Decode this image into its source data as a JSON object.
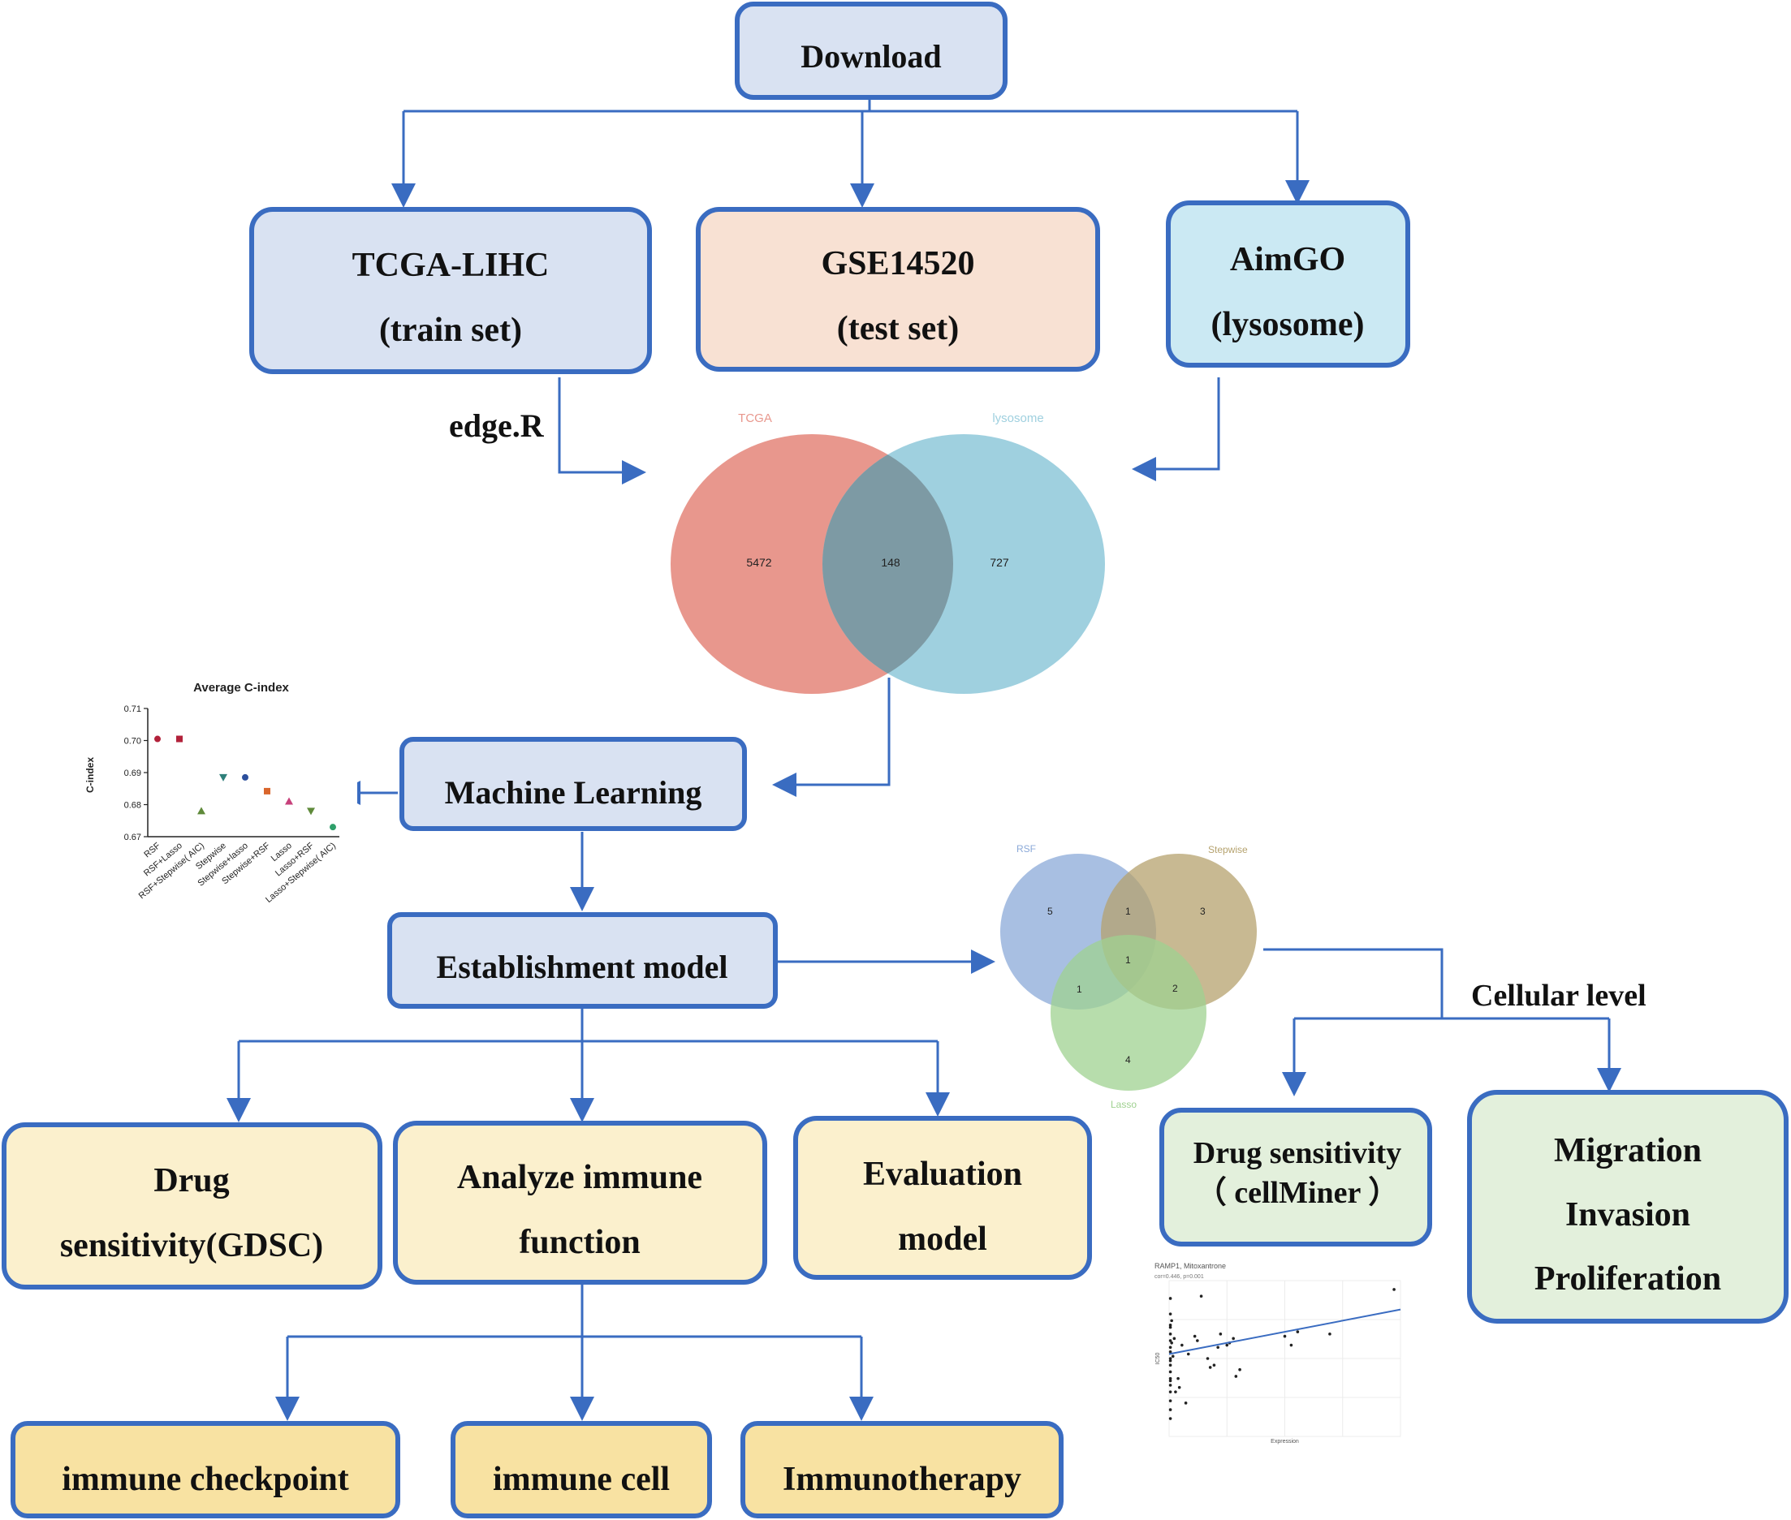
{
  "colors": {
    "border": "#3a6cc1",
    "arrow": "#3a6cc1",
    "fill_blue": "#d9e2f2",
    "fill_peach": "#f8e1d3",
    "fill_cyan": "#cbe9f3",
    "fill_yellow": "#fbf0cd",
    "fill_yellow_dark": "#f8e2a2",
    "fill_green": "#e3f0dc",
    "venn_tcga": "#e8978d",
    "venn_lysosome": "#9fd0df",
    "venn_overlap": "#7d9aa4",
    "venn_rsf": "#8ba9d8",
    "venn_stepwise": "#b5a26e",
    "venn_lasso": "#9fd190"
  },
  "boxes": {
    "download": {
      "label": "Download"
    },
    "tcga": {
      "line1": "TCGA-LIHC",
      "line2": "(train set)"
    },
    "gse": {
      "line1": "GSE14520",
      "line2": "(test set)"
    },
    "aimgo": {
      "line1": "AimGO",
      "line2": "(lysosome)"
    },
    "machine_learning": {
      "label": "Machine Learning"
    },
    "establishment": {
      "label": "Establishment model"
    },
    "drug_gdsc": {
      "line1": "Drug",
      "line2": "sensitivity(GDSC)"
    },
    "immune_function": {
      "line1": "Analyze immune",
      "line2": "function"
    },
    "evaluation": {
      "line1": "Evaluation",
      "line2": "model"
    },
    "drug_cellminer": {
      "line1": "Drug sensitivity",
      "line2": "（ cellMiner ）"
    },
    "migration": {
      "line1": "Migration",
      "line2": "Invasion",
      "line3": "Proliferation"
    },
    "checkpoint": {
      "label": "immune checkpoint"
    },
    "immune_cell": {
      "label": "immune cell"
    },
    "immunotherapy": {
      "label": "Immunotherapy"
    }
  },
  "labels": {
    "edger": "edge.R",
    "cellular_level": "Cellular level"
  },
  "venn_main": {
    "set_a": "TCGA",
    "set_b": "lysosome",
    "only_a": "5472",
    "both": "148",
    "only_b": "727"
  },
  "venn_three": {
    "set_a": "RSF",
    "set_b": "Stepwise",
    "set_c": "Lasso",
    "a_only": "5",
    "ab": "1",
    "b_only": "3",
    "abc": "1",
    "ac": "1",
    "bc": "2",
    "c_only": "4"
  },
  "chart_data": [
    {
      "type": "scatter",
      "title": "Average C-index",
      "ylabel": "C-index",
      "xlabel": "",
      "ylim": [
        0.67,
        0.71
      ],
      "yticks": [
        "0.71",
        "0.70",
        "0.69",
        "0.68",
        "0.67"
      ],
      "categories": [
        "RSF",
        "RSF+Lasso",
        "RSF+Stepwise( AIC)",
        "Stepwise",
        "Stepwise+lasso",
        "Stepwise+RSF",
        "Lasso",
        "Lasso+RSF",
        "Lasso+Stepwise( AIC)"
      ],
      "values": [
        0.7005,
        0.7005,
        0.678,
        0.6885,
        0.6885,
        0.6842,
        0.681,
        0.678,
        0.673
      ],
      "colors": [
        "#b2213a",
        "#b2213a",
        "#5f8a3a",
        "#2e7f7a",
        "#2c4f9c",
        "#d9662c",
        "#c7417b",
        "#5f8a3a",
        "#2e9f6a"
      ],
      "grid": false
    },
    {
      "type": "scatter",
      "title": "RAMP1, Mitoxantrone",
      "subtitle": "cor=0.446, p=0.001",
      "ylabel": "IC50",
      "xlabel": "Expression",
      "xlim": [
        0,
        18
      ],
      "ylim": [
        -4,
        3
      ],
      "x": [
        0.1,
        0.1,
        0.1,
        0.1,
        0.1,
        0.1,
        0.1,
        0.1,
        0.1,
        0.1,
        0.1,
        0.1,
        0.1,
        0.1,
        0.1,
        0.1,
        0.1,
        0.1,
        0.1,
        0.2,
        0.3,
        0.4,
        0.5,
        0.7,
        1.0,
        1.5,
        2.0,
        2.5,
        3.0,
        3.5,
        4.0,
        4.5,
        5.0,
        5.5,
        9.0,
        9.5,
        10.0,
        12.5,
        17.5,
        0.2,
        0.8,
        2.2,
        3.2,
        4.7,
        1.3,
        3.8,
        5.2
      ],
      "y": [
        2.2,
        1.5,
        1.0,
        0.6,
        0.3,
        0.0,
        -0.2,
        -0.5,
        -0.8,
        -1.1,
        -1.4,
        -1.7,
        -2.0,
        -2.4,
        -2.8,
        -3.2,
        0.9,
        -0.6,
        -1.5,
        0.2,
        -0.4,
        0.4,
        -2.0,
        -1.4,
        0.1,
        -0.3,
        0.5,
        2.3,
        -0.5,
        -0.8,
        0.6,
        0.1,
        0.4,
        -1.0,
        0.5,
        0.1,
        0.7,
        0.6,
        2.6,
        1.2,
        -1.8,
        0.3,
        -0.9,
        0.2,
        -2.5,
        0.0,
        -1.3
      ],
      "fit_line": {
        "x": [
          0,
          18
        ],
        "y": [
          -0.3,
          1.7
        ]
      },
      "grid": true
    }
  ]
}
